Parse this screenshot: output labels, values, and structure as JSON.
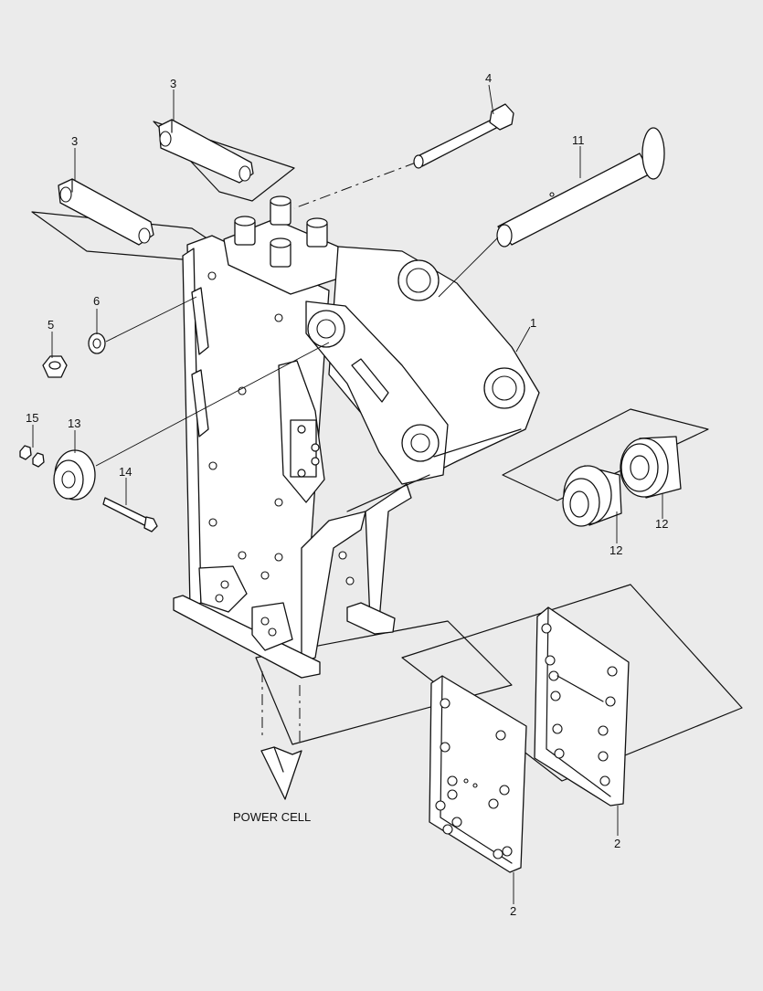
{
  "diagram": {
    "caption": "POWER CELL",
    "callouts": [
      {
        "id": "label-3-upper",
        "text": "3"
      },
      {
        "id": "label-3-lower",
        "text": "3"
      },
      {
        "id": "label-4",
        "text": "4"
      },
      {
        "id": "label-11",
        "text": "11"
      },
      {
        "id": "label-6",
        "text": "6"
      },
      {
        "id": "label-5",
        "text": "5"
      },
      {
        "id": "label-1",
        "text": "1"
      },
      {
        "id": "label-15",
        "text": "15"
      },
      {
        "id": "label-13",
        "text": "13"
      },
      {
        "id": "label-14",
        "text": "14"
      },
      {
        "id": "label-12-right",
        "text": "12"
      },
      {
        "id": "label-12-left",
        "text": "12"
      },
      {
        "id": "label-2-right",
        "text": "2"
      },
      {
        "id": "label-2-lower",
        "text": "2"
      }
    ]
  }
}
